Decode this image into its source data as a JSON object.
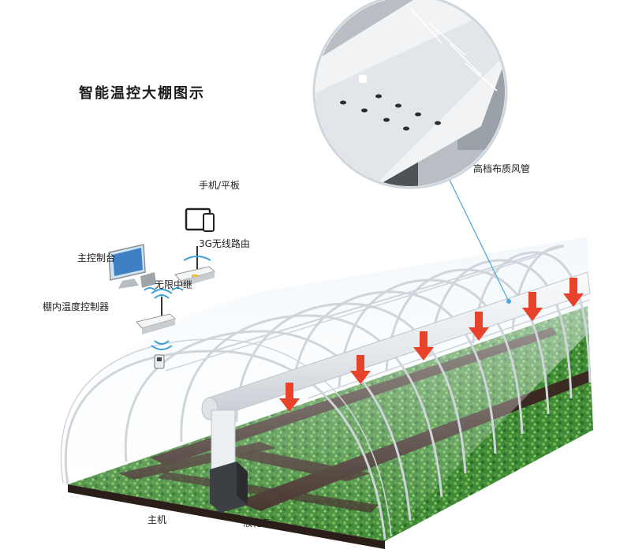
{
  "title": "智能温控大棚图示",
  "labels": {
    "air_duct": "高档布质风管",
    "phone_tablet": "手机/平板",
    "router": "3G无线路由",
    "master_console": "主控制台",
    "wireless_relay": "无限中继",
    "greenhouse_controller": "棚内温度控制器",
    "host_unit": "主机",
    "liquefied_gas": "液化气"
  },
  "icons": [
    "tablet-icon",
    "phone-icon",
    "router-icon",
    "monitor-icon",
    "wireless-signal-icon",
    "sensor-icon",
    "down-arrow-icon"
  ],
  "colors": {
    "grass": "#3e8a36",
    "soil": "#3b2a22",
    "frame": "#d8dde2",
    "duct": "#eef0f2",
    "arrow": "#e8422a",
    "callout_line": "#4aa8d8"
  }
}
